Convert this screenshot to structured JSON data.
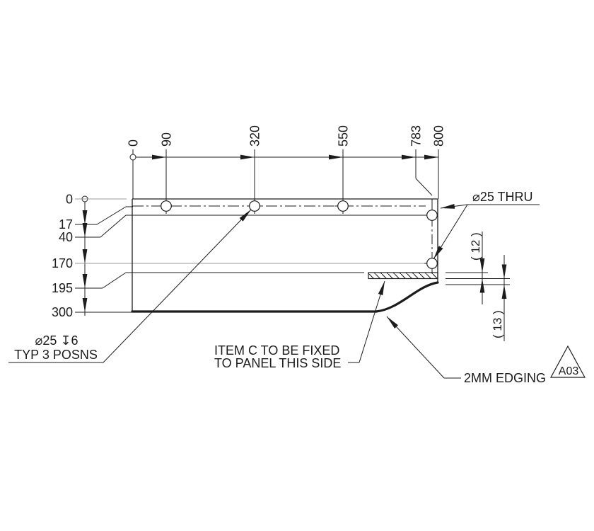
{
  "drawing": {
    "top_ordinates": [
      "0",
      "90",
      "320",
      "550",
      "783",
      "800"
    ],
    "left_ordinates": [
      "0",
      "17",
      "40",
      "170",
      "195",
      "300"
    ],
    "notes": {
      "thru_holes": "⌀25 THRU",
      "blind_holes_line1": "⌀25 ↧6",
      "blind_holes_line2": "TYP 3 POSNS",
      "item_c_line1": "ITEM C TO BE FIXED",
      "item_c_line2": "TO PANEL THIS SIDE",
      "edging": "2MM EDGING",
      "revision": "A03"
    },
    "ref_dims": {
      "item_c_thickness": "( 12 )",
      "panel_thickness": "( 13 )"
    },
    "colors": {
      "line": "#1c1c1c",
      "faint_line": "#9b9b9b",
      "background": "#ffffff"
    }
  }
}
